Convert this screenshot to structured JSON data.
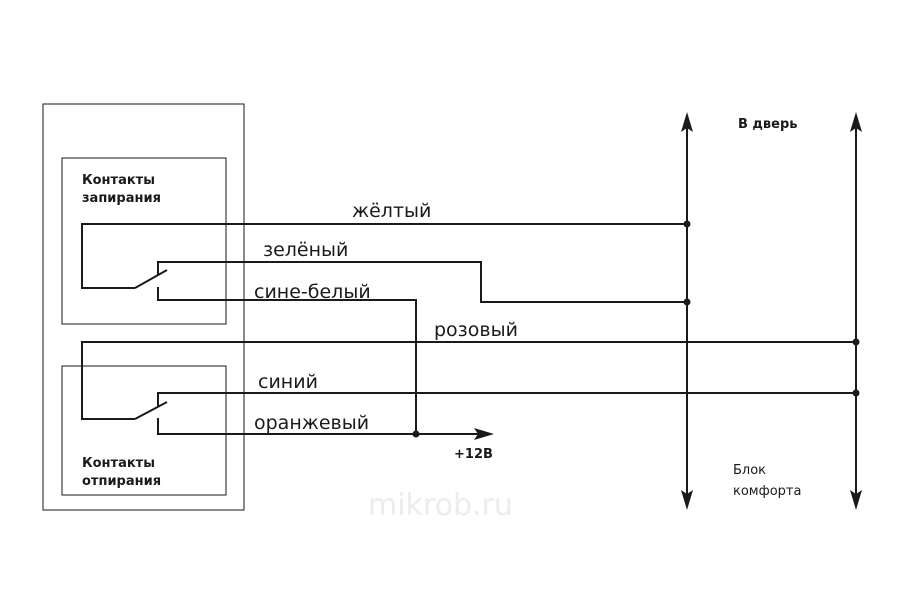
{
  "labels": {
    "lock_contacts_line1": "Контакты",
    "lock_contacts_line2": "запирания",
    "unlock_contacts_line1": "Контакты",
    "unlock_contacts_line2": "отпирания",
    "to_door": "В дверь",
    "comfort_block_line1": "Блок",
    "comfort_block_line2": "комфорта",
    "plus_12v": "+12В",
    "watermark": "mikrob.ru"
  },
  "wires": {
    "yellow": "жёлтый",
    "green": "зелёный",
    "blue_white": "сине-белый",
    "pink": "розовый",
    "blue": "синий",
    "orange": "оранжевый"
  }
}
